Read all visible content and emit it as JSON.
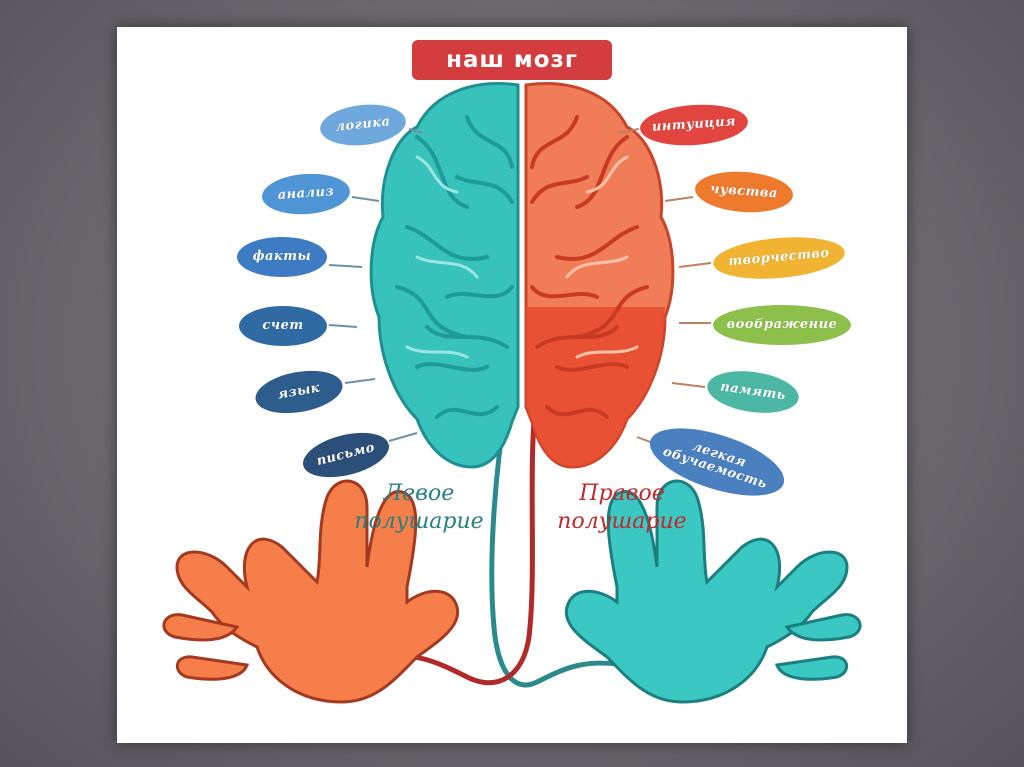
{
  "title": "наш мозг",
  "left": {
    "label_line1": "Левое",
    "label_line2": "полушарие",
    "color": "#31b8b1",
    "items": [
      "логика",
      "анализ",
      "факты",
      "счет",
      "язык",
      "письмо"
    ]
  },
  "right": {
    "label_line1": "Правое",
    "label_line2": "полушарие",
    "color": "#ec5a3c",
    "items": [
      "интуиция",
      "чувства",
      "творчество",
      "воображение",
      "память",
      "легкая обучаемость"
    ]
  },
  "colors": {
    "title_bg": "#d43d3f",
    "left_label": "#2a7f80",
    "right_label": "#c0292b",
    "pill_logic": "#6fa8dc",
    "pill_analysis": "#4f95d6",
    "pill_facts": "#3d7cc2",
    "pill_count": "#2f6aa3",
    "pill_language": "#2d5d8c",
    "pill_writing": "#2b4f78",
    "pill_intuition": "#e2453f",
    "pill_feelings": "#ee7a2e",
    "pill_creativity": "#f0b432",
    "pill_imagination": "#8cc04a",
    "pill_memory": "#4cb7a5",
    "pill_easy_learning": "#4a7fc0"
  }
}
